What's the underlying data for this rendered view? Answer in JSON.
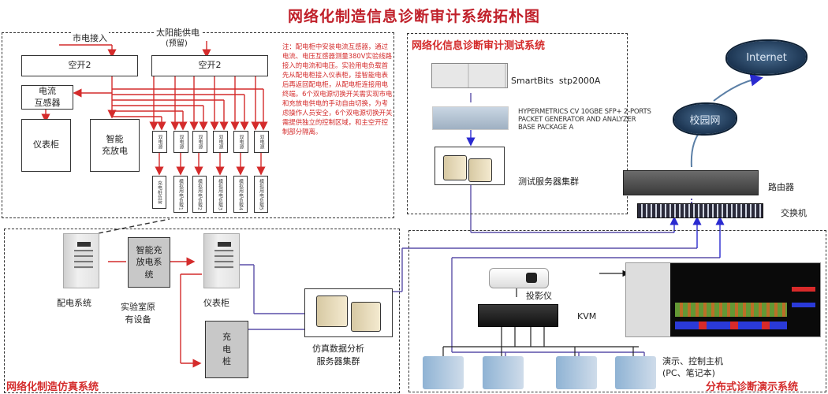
{
  "title": "网络化制造信息诊断审计系统拓朴图",
  "panels": {
    "power": {
      "inputs": {
        "grid": "市电接入",
        "solar": "太阳能供电",
        "solar_note": "(预留)"
      },
      "breaker_left": "空开2",
      "breaker_right": "空开2",
      "ct": "电流\n互感器",
      "meter_cabinet": "仪表柜",
      "smart_charge": "智能\n充放电",
      "dual_power": [
        "双电源",
        "双电源",
        "双电源",
        "双电源",
        "双电源",
        "双电源"
      ],
      "loads": [
        "充电桩负荷",
        "模拟用电负载1",
        "模拟用电负载2",
        "模拟用电负载3",
        "模拟用电负载4",
        "模拟用电负载5"
      ],
      "note": "注：配电柜中安装电流互感器，通过电流、电压互感器测量380V实验线路接入的电流和电压。实验用电负载首先从配电柜接入仪表柜，接智能电表后再返回配电柜，从配电柜连接用电终端。6个双电源切换开关需实现市电和充放电供电的手动自由切换，为考虑操作人员安全，6个双电源切换开关需提供独立的控制区域，和主空开控制部分隔离。"
    },
    "test": {
      "title": "网络化信息诊断审计测试系统",
      "smartbits": "SmartBits  stp2000A",
      "hypermetrics": [
        "HYPERMETRICS CV 10GBE SFP+ 2-PORTS",
        "PACKET GENERATOR AND ANALYZER",
        "BASE PACKAGE A"
      ],
      "servers": "测试服务器集群"
    },
    "network": {
      "internet": "Internet",
      "campus": "校园网",
      "router": "路由器",
      "switch": "交换机"
    },
    "simulation": {
      "title": "网络化制造仿真系统",
      "distribution": "配电系统",
      "lab_device": "实验室原\n有设备",
      "smart_system": "智能充\n放电系\n统",
      "meter_cabinet": "仪表柜",
      "charging_pile": "充\n电\n桩",
      "sim_servers": "仿真数据分析\n服务器集群"
    },
    "demo": {
      "title": "分布式诊断演示系统",
      "projector": "投影仪",
      "kvm": "KVM",
      "hosts": "演示、控制主机\n(PC、笔记本)"
    }
  },
  "colors": {
    "accent_red": "#d42b2b",
    "power_line": "#d42b2b",
    "net_line": "#5a4fa8",
    "cloud": "#274a6e"
  }
}
